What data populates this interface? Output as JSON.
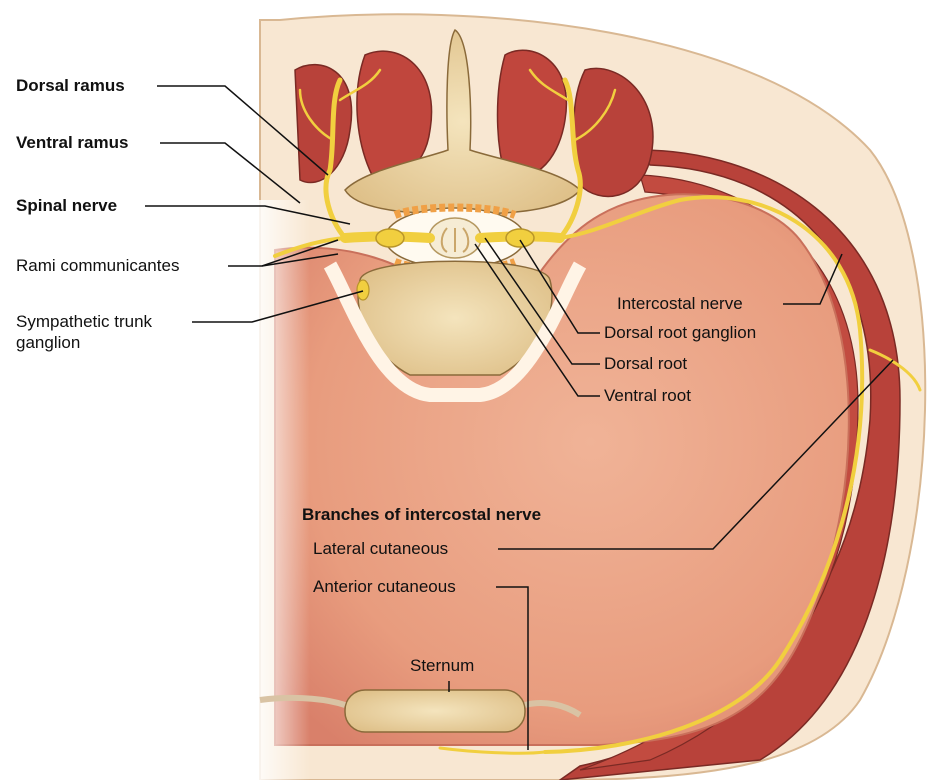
{
  "labels": {
    "dorsal_ramus": "Dorsal ramus",
    "ventral_ramus": "Ventral ramus",
    "spinal_nerve": "Spinal nerve",
    "rami_communicantes": "Rami communicantes",
    "sympathetic_trunk_line1": "Sympathetic trunk",
    "sympathetic_trunk_line2": "ganglion",
    "intercostal_nerve": "Intercostal nerve",
    "dorsal_root_ganglion": "Dorsal root ganglion",
    "dorsal_root": "Dorsal root",
    "ventral_root": "Ventral root",
    "branches_heading": "Branches of intercostal nerve",
    "lateral_cutaneous": "Lateral cutaneous",
    "anterior_cutaneous": "Anterior cutaneous",
    "sternum": "Sternum"
  },
  "colors": {
    "cavity": "#e6997a",
    "muscle": "#b8423a",
    "nerve": "#f1cf3f",
    "bone": "#efdcae",
    "skin": "#f7e3cb",
    "leader": "#111111"
  }
}
